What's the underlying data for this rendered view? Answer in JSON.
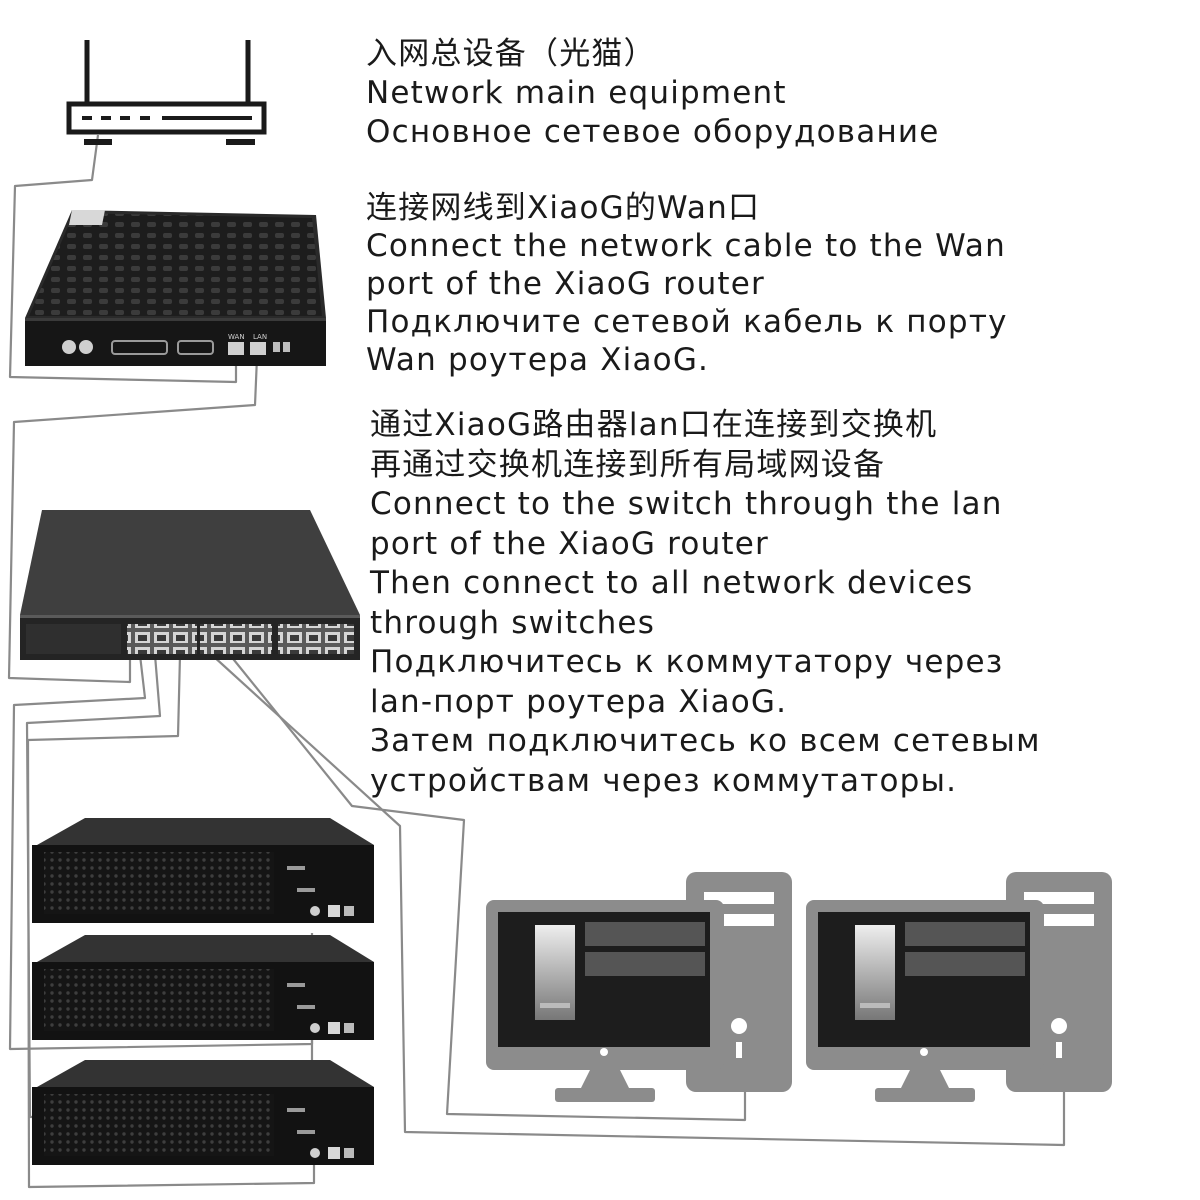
{
  "step_main": {
    "zh": "入网总设备（光猫）",
    "en": "Network main equipment",
    "ru": "Основное сетевое оборудование"
  },
  "step_router": {
    "zh": "连接网线到XiaoG的Wan口",
    "en_1": "Connect the network cable to the Wan",
    "en_2": "port of the XiaoG router",
    "ru_1": "Подключите сетевой кабель к порту",
    "ru_2": "Wan роутера XiaoG."
  },
  "step_switch": {
    "zh_1": "通过XiaoG路由器lan口在连接到交换机",
    "zh_2": "再通过交换机连接到所有局域网设备",
    "en_1": "Connect to the switch through the lan",
    "en_2": "port of the XiaoG router",
    "en_3": "Then connect to all network devices",
    "en_4": "through switches",
    "ru_1": "Подключитесь к коммутатору через",
    "ru_2": "lan-порт роутера XiaoG.",
    "ru_3": "Затем подключитесь ко всем сетевым",
    "ru_4": "устройствам через коммутаторы."
  },
  "router_ports": {
    "wan": "WAN",
    "lan": "LAN"
  },
  "icons": {
    "modem": "modem-icon",
    "router": "router-device-icon",
    "switch": "network-switch-icon",
    "server": "server-chassis-icon",
    "computer": "desktop-computer-icon"
  },
  "colors": {
    "cable": "#8a8a8a",
    "device_dark": "#1e1e1e",
    "computer_gray": "#8c8c8c",
    "text": "#1a1a1a"
  }
}
